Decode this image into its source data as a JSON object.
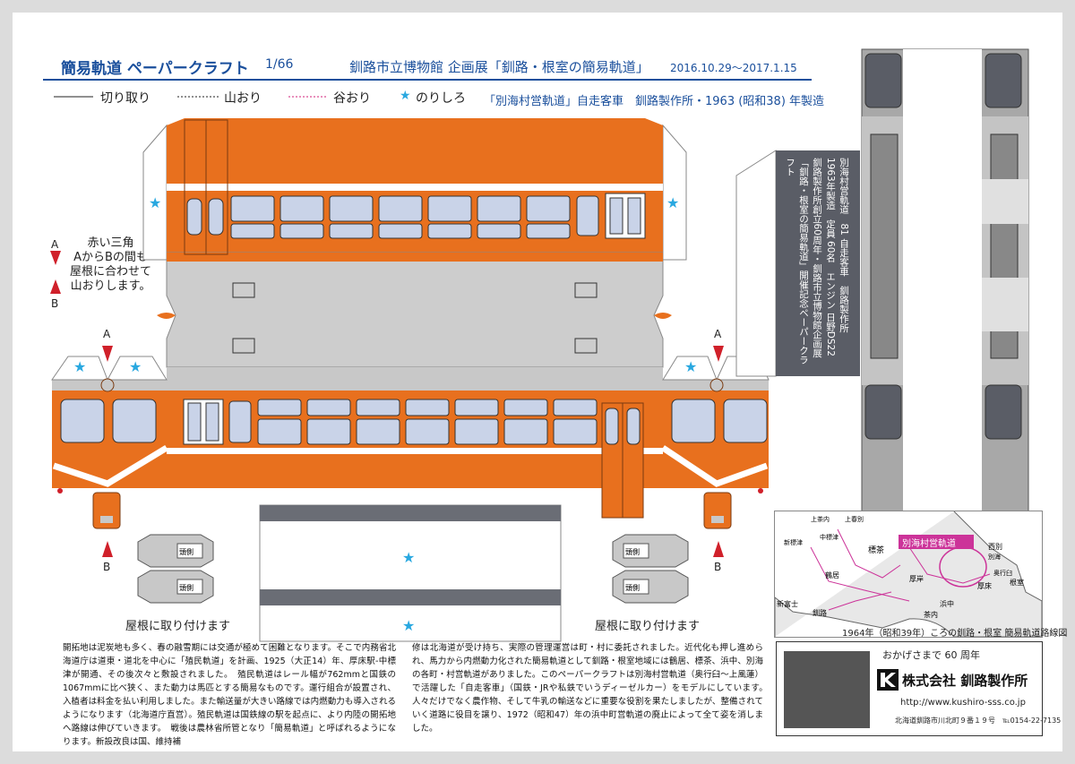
{
  "header": {
    "title": "簡易軌道 ペーパークラフト",
    "scale": "1/66",
    "exhibition": "釧路市立博物館 企画展「釧路・根室の簡易軌道」",
    "dates": "2016.10.29〜2017.1.15"
  },
  "legend": {
    "cut": "切り取り",
    "mountain": "山おり",
    "valley": "谷おり",
    "glue": "のりしろ"
  },
  "subtitle": "「別海村営軌道」自走客車　釧路製作所・1963 (昭和38) 年製造",
  "fold_note": {
    "letter_a": "A",
    "letter_b": "B",
    "lines": [
      "赤い三角",
      "AからBの間も",
      "屋根に合わせて",
      "山おりします。"
    ]
  },
  "attach_label": "屋根に取り付けます",
  "tab_label": "頭側",
  "underside_text": [
    "別海村営軌道　81 自走客車　釧路製作所",
    "1963年製造　定員 60名　エンジン 日野DS22",
    "釧路製作所創立60周年・釧路市立博物館企画展",
    "「釧路・根室の簡易軌道」開催記念ペーパークラフト"
  ],
  "map": {
    "highlight": "別海村営軌道",
    "caption": "1964年（昭和39年）ころの釧路・根室 簡易軌道路線図",
    "places": [
      "上茶内",
      "上春別",
      "中標津",
      "新標津",
      "標茶",
      "西別",
      "別海",
      "奥行臼",
      "根室",
      "厚床",
      "浜中",
      "茶内",
      "厚岸",
      "新富士",
      "釧路",
      "鶴居"
    ]
  },
  "body_text_left": "開拓地は泥炭地も多く、春の融雪期には交通が極めて困難となります。そこで内務省北海道庁は道東・道北を中心に「殖民軌道」を計画、1925（大正14）年、厚床駅-中標津が開通、その後次々と敷設されました。　殖民軌道はレール幅が762mmと国鉄の1067mmに比べ狭く、また動力は馬匹とする簡易なものです。運行組合が設置され、入植者は料金を払い利用しました。また輸送量が大きい路線では内燃動力も導入されるようになります（北海道庁直営）。殖民軌道は国鉄線の駅を起点に、より内陸の開拓地へ路線は伸びていきます。　戦後は農林省所管となり「簡易軌道」と呼ばれるようになります。新設改良は国、維持補",
  "body_text_right": "修は北海道が受け持ち、実際の管理運営は町・村に委託されました。近代化も押し進められ、馬力から内燃動力化された簡易軌道として釧路・根室地域には鶴居、標茶、浜中、別海の各町・村営軌道がありました。このペーパークラフトは別海村営軌道（奥行臼〜上風蓮）で活躍した「自走客車」（国鉄・JRや私鉄でいうディーゼルカー）をモデルにしています。　人々だけでなく農作物、そして牛乳の輸送などに重要な役割を果たしましたが、整備されていく道路に役目を譲り、1972（昭和47）年の浜中町営軌道の廃止によって全て姿を消しました。",
  "ad": {
    "anniversary": "おかげさまで 60 周年",
    "company": "株式会社 釧路製作所",
    "url": "http://www.kushiro-sss.co.jp",
    "address": "北海道釧路市川北町９番１９号　℡0154-22-7135"
  },
  "colors": {
    "orange": "#e8701e",
    "blue": "#1a4f9c",
    "gray": "#c8c8c8",
    "dark_gray": "#5a5d66",
    "star": "#29a8e0",
    "window": "#c9d3e8",
    "red": "#d0202a"
  }
}
